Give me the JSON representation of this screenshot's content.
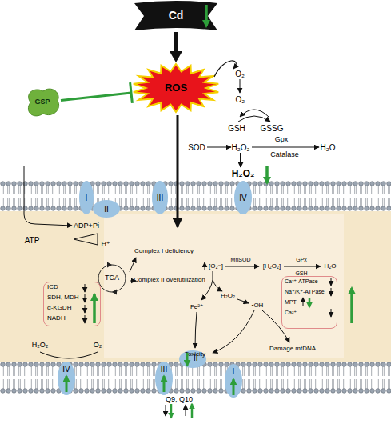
{
  "diagram": {
    "nodes": [
      {
        "text": [
          "Cd"
        ]
      },
      {
        "text": [
          "GSP"
        ]
      },
      {
        "text": [
          "ROS"
        ]
      },
      {
        "text": [
          "I"
        ]
      },
      {
        "text": [
          "II"
        ]
      },
      {
        "text": [
          "III"
        ]
      },
      {
        "text": [
          "IV"
        ]
      },
      {
        "text": [
          "TCA"
        ]
      },
      {
        "text": [
          "ICD",
          "SDH, MDH",
          "α-KGDH",
          "NADH"
        ]
      },
      {
        "text": [
          "Ca²⁺-ATPase",
          "Na⁺/K⁺-ATPase",
          "MPT",
          "Ca²⁺"
        ]
      },
      {
        "text": [
          "IV"
        ]
      },
      {
        "text": [
          "III"
        ]
      },
      {
        "text": [
          "II"
        ]
      },
      {
        "text": [
          "I"
        ]
      }
    ],
    "edges": [
      {
        "from": 0,
        "to": 2,
        "arrow": "to"
      },
      {
        "from": 1,
        "to": 2,
        "arrow": "to"
      }
    ],
    "labels": [
      "O₂",
      "O₂⁻",
      "GSH",
      "GSSG",
      "SOD",
      "H₂O₂",
      "Gpx",
      "Catalase",
      "H₂O",
      "H₂O₂",
      "ATP",
      "ADP+Pi",
      "H⁺",
      "Complex I deficiency",
      "Complex II overutilization",
      "[O₂⁻]",
      "MnSOD",
      "[H₂O₂]",
      "GPx",
      "GSH",
      "H₂O",
      "Fe²⁺",
      "H₂O₂",
      "•OH",
      "Toxicity",
      "Damage mtDNA",
      "H₂O₂",
      "O₂",
      "Q9, Q10"
    ]
  }
}
